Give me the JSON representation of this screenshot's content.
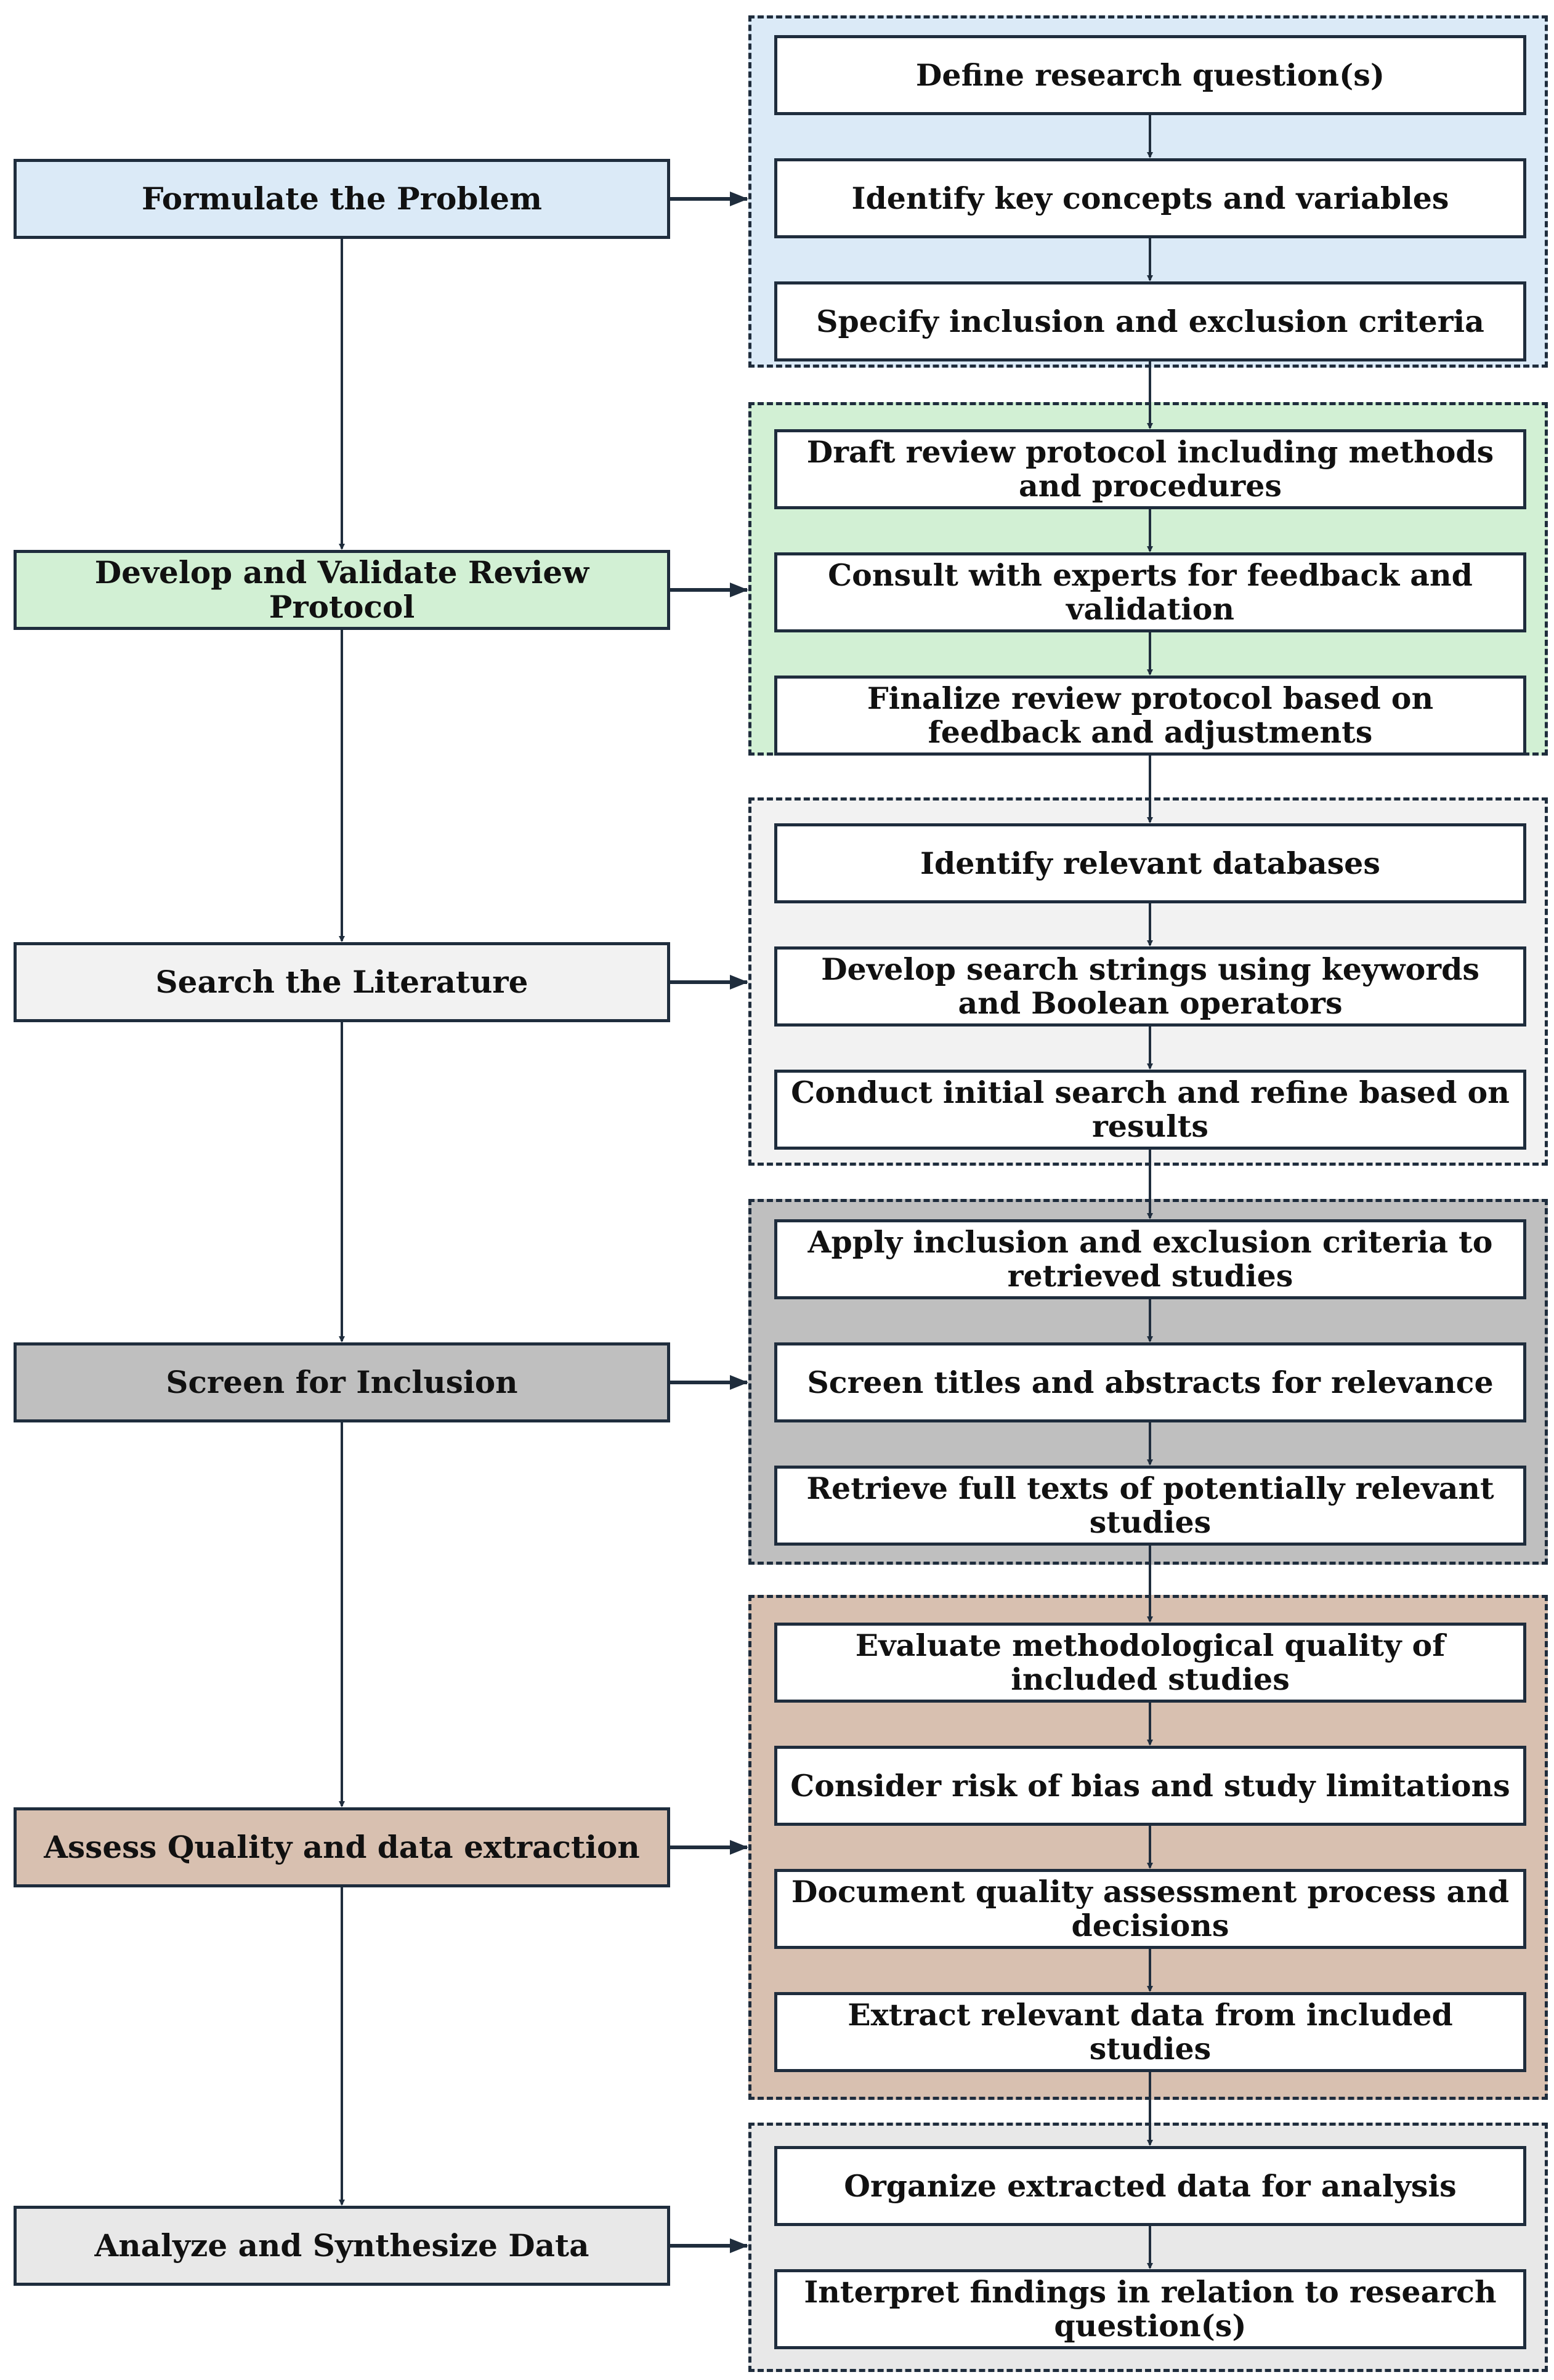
{
  "colors": {
    "stroke": "#1f2d3d",
    "formulate": "#dbeaf7",
    "protocol": "#d2f0d4",
    "search": "#f2f2f2",
    "screen": "#bfbfbf",
    "assess": "#d8c0b0",
    "analyze": "#e8e8e8"
  },
  "stages": [
    {
      "label": "Formulate the Problem",
      "color_key": "formulate",
      "steps": [
        "Define research question(s)",
        "Identify key concepts and variables",
        "Specify inclusion and exclusion criteria"
      ]
    },
    {
      "label": "Develop and Validate Review Protocol",
      "color_key": "protocol",
      "steps": [
        "Draft review protocol including methods and procedures",
        "Consult with experts for feedback and validation",
        "Finalize review protocol based on feedback and adjustments"
      ]
    },
    {
      "label": "Search the Literature",
      "color_key": "search",
      "steps": [
        "Identify relevant databases",
        "Develop search strings using keywords and Boolean operators",
        "Conduct initial search and refine based on results"
      ]
    },
    {
      "label": "Screen for Inclusion",
      "color_key": "screen",
      "steps": [
        "Apply inclusion and exclusion criteria to retrieved studies",
        "Screen titles and abstracts for relevance",
        "Retrieve full texts of potentially relevant studies"
      ]
    },
    {
      "label": "Assess Quality and data extraction",
      "color_key": "assess",
      "steps": [
        "Evaluate methodological quality of included studies",
        "Consider risk of bias and study limitations",
        "Document quality assessment process and decisions",
        "Extract relevant data from included studies"
      ]
    },
    {
      "label": "Analyze and Synthesize Data",
      "color_key": "analyze",
      "steps": [
        "Organize extracted data for analysis",
        "Interpret findings in relation to research question(s)"
      ]
    }
  ]
}
